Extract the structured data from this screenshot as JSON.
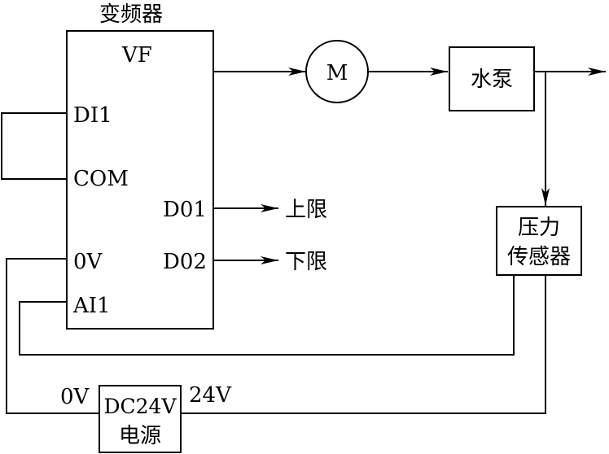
{
  "vfd": {
    "title": "变频器",
    "model": "VF",
    "terminals": {
      "di1": "DI1",
      "com": "COM",
      "v0": "0V",
      "ai1": "AI1",
      "do1": "D01",
      "do2": "D02"
    }
  },
  "motor": {
    "label": "M"
  },
  "pump": {
    "label": "水泵"
  },
  "outputs": {
    "upper": "上限",
    "lower": "下限"
  },
  "sensor": {
    "line1": "压力",
    "line2": "传感器"
  },
  "power": {
    "line1": "DC24V",
    "line2": "电源",
    "left_terminal": "0V",
    "right_terminal": "24V"
  }
}
